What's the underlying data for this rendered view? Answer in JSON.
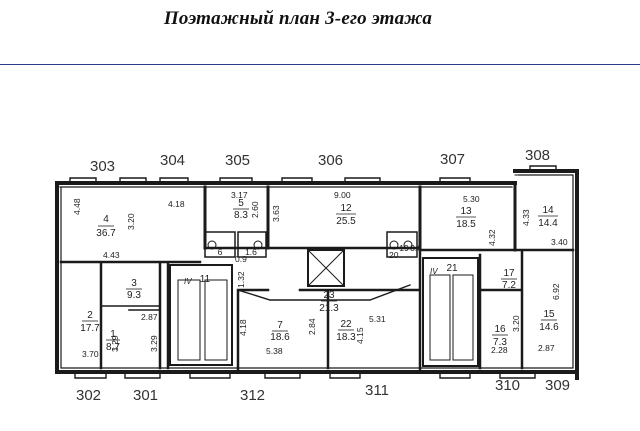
{
  "title": "Поэтажный план 3-его этажа",
  "apartments": {
    "top": [
      "303",
      "304",
      "305",
      "306",
      "307",
      "308"
    ],
    "bottom": [
      "302",
      "301",
      "312",
      "311",
      "310",
      "309"
    ]
  },
  "rooms": [
    {
      "num": "4",
      "area": "36.7"
    },
    {
      "num": "5",
      "area": "8.3"
    },
    {
      "num": "12",
      "area": "25.5"
    },
    {
      "num": "13",
      "area": "18.5"
    },
    {
      "num": "14",
      "area": "14.4"
    },
    {
      "num": "3",
      "area": "9.3"
    },
    {
      "num": "2",
      "area": "17.7"
    },
    {
      "num": "1",
      "area": "8.7"
    },
    {
      "num": "11",
      "area": ""
    },
    {
      "num": "7",
      "area": "18.6"
    },
    {
      "num": "23",
      "area": "21.3"
    },
    {
      "num": "22",
      "area": "18.3"
    },
    {
      "num": "21",
      "area": ""
    },
    {
      "num": "17",
      "area": "7.2"
    },
    {
      "num": "16",
      "area": "7.3"
    },
    {
      "num": "15",
      "area": "14.6"
    },
    {
      "num": "19",
      "area": "3.6"
    },
    {
      "num": "6",
      "area": "1.6"
    }
  ],
  "dimensions": [
    "4.48",
    "3.20",
    "4.18",
    "3.17",
    "2.60",
    "3.63",
    "9.00",
    "5.30",
    "4.32",
    "4.33",
    "3.40",
    "4.43",
    "2.87",
    "3.29",
    "3.70",
    "3.29",
    "1.32",
    "4.18",
    "5.38",
    "2.84",
    "5.31",
    "4.15",
    "6.92",
    "3.20",
    "2.28",
    "2.87",
    "0.9",
    "20"
  ],
  "stairs_marks": [
    "IV",
    "IV"
  ]
}
